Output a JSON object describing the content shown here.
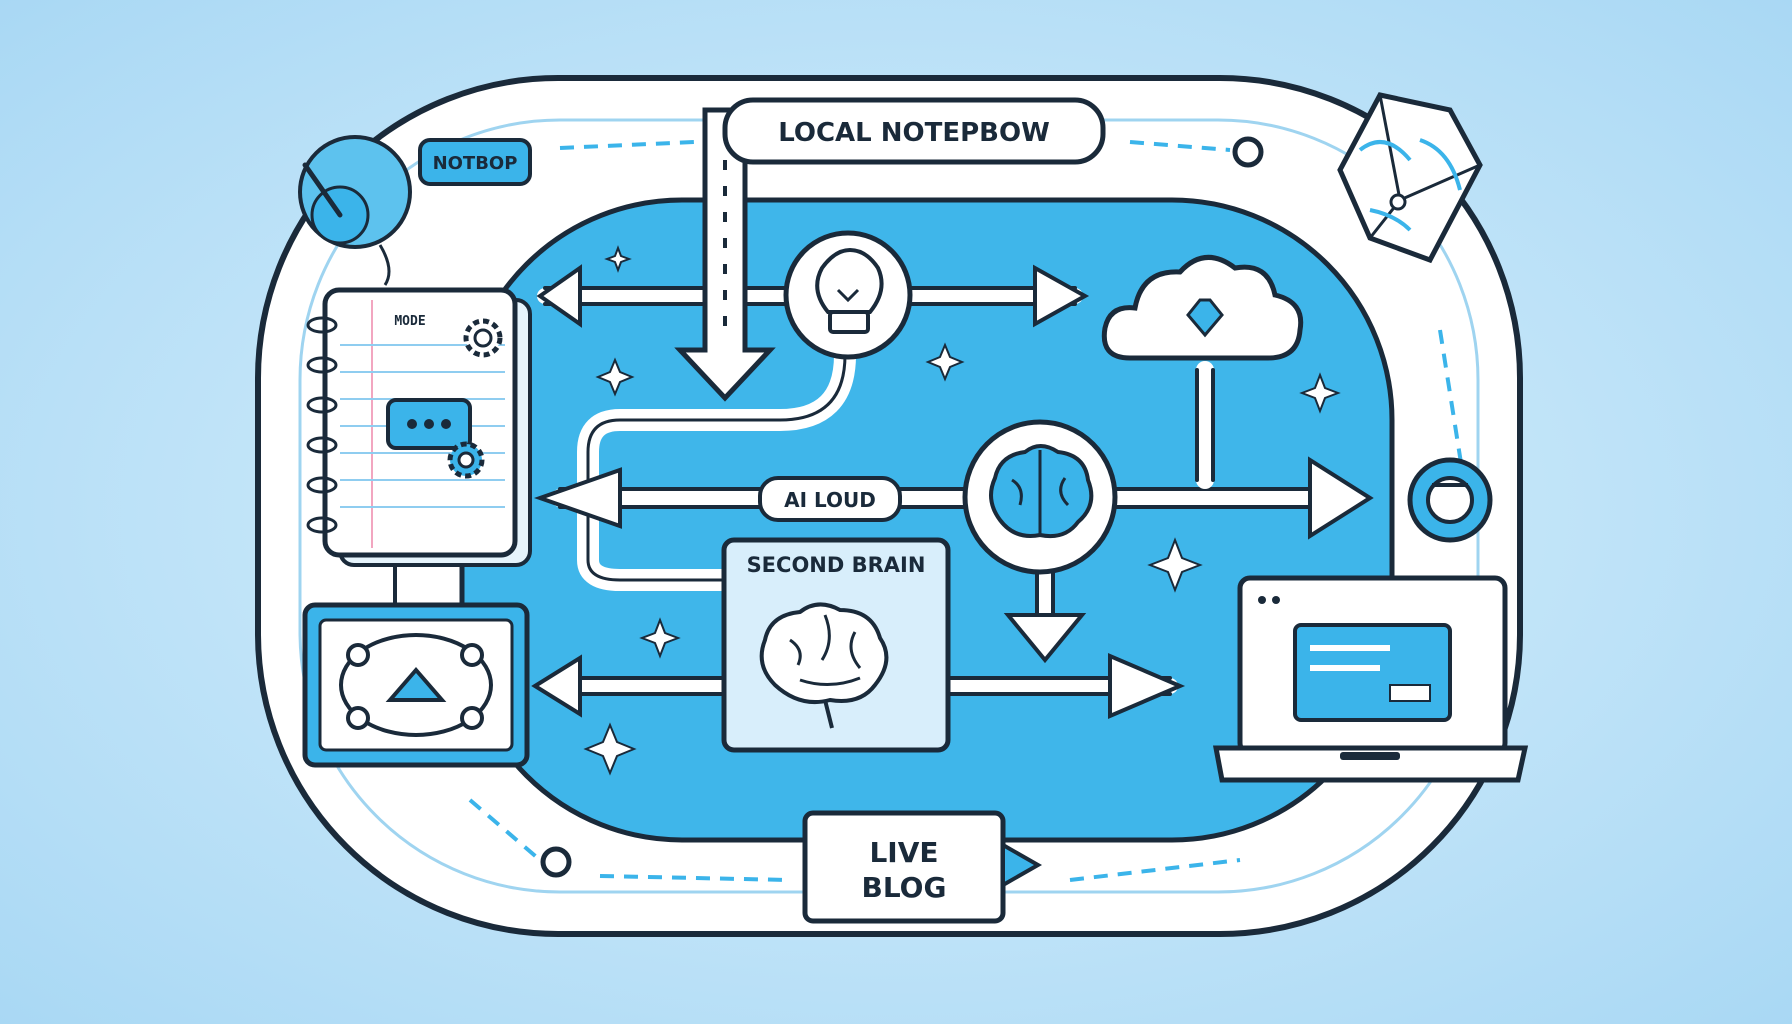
{
  "diagram": {
    "labels": {
      "local_notebook": "LOCAL NOTEPBOW",
      "notebook_tag": "NOTBOP",
      "mode": "MODE",
      "ai_loud": "AI LOUD",
      "second_brain": "SECOND BRAIN",
      "live_blog_line1": "LIVE",
      "live_blog_line2": "BLOG"
    },
    "icons": [
      "notebook-icon",
      "gear-icon",
      "chat-bubble-icon",
      "lightbulb-icon",
      "cloud-icon",
      "brain-icon",
      "laptop-icon",
      "dice-icon",
      "headset-icon",
      "network-node-icon",
      "target-icon",
      "sparkle-icon"
    ],
    "colors": {
      "accent": "#3bb4ea",
      "inner_panel": "#3fb6ea",
      "outline": "#1a2a3a",
      "track": "#ffffff",
      "background": "#bfe3f8"
    }
  }
}
